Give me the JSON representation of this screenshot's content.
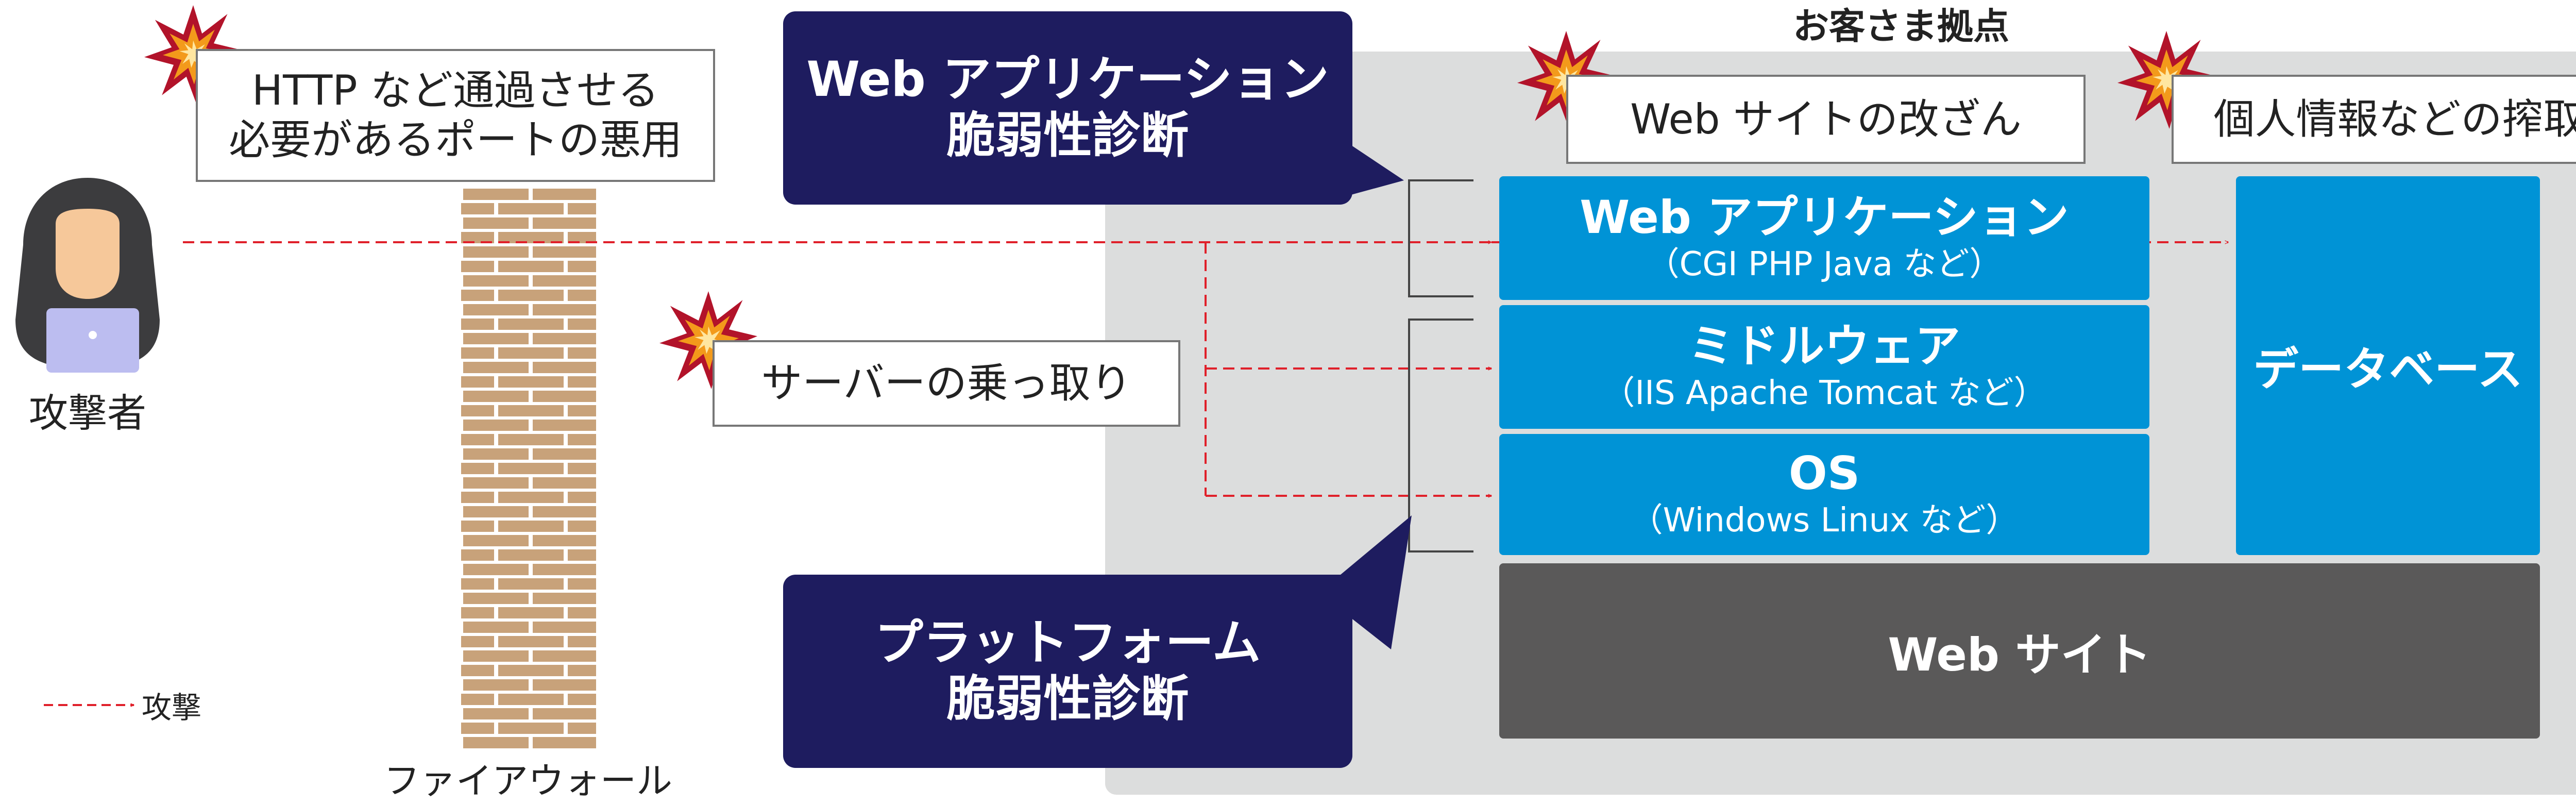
{
  "site": {
    "title": "お客さま拠点"
  },
  "layers": {
    "web_app": {
      "title": "Web アプリケーション",
      "detail": "（CGI PHP Java など）"
    },
    "middleware": {
      "title": "ミドルウェア",
      "detail": "（IIS Apache Tomcat など）"
    },
    "os": {
      "title": "OS",
      "detail": "（Windows Linux など）"
    }
  },
  "database": {
    "label": "データベース"
  },
  "website": {
    "label": "Web サイト"
  },
  "callouts": {
    "web_app": {
      "line1": "Web アプリケーション",
      "line2": "脆弱性診断"
    },
    "platform": {
      "line1": "プラットフォーム",
      "line2": "脆弱性診断"
    }
  },
  "threats": {
    "http_ports": {
      "line1": "HTTP など通過させる",
      "line2": "必要があるポートの悪用"
    },
    "defacement": {
      "label": "Web サイトの改ざん"
    },
    "data_theft": {
      "label": "個人情報などの搾取"
    },
    "server_takeover": {
      "label": "サーバーの乗っ取り"
    }
  },
  "attacker": {
    "label": "攻撃者"
  },
  "firewall": {
    "label": "ファイアウォール"
  },
  "legend": {
    "attack_label": "攻撃"
  },
  "colors": {
    "layer_blue": "#0093d6",
    "callout_navy": "#1e1c5f",
    "website_gray": "#5a5959",
    "site_bg": "#dcdddd",
    "attack_red": "#e0202a",
    "brick": "#c8a27a"
  }
}
